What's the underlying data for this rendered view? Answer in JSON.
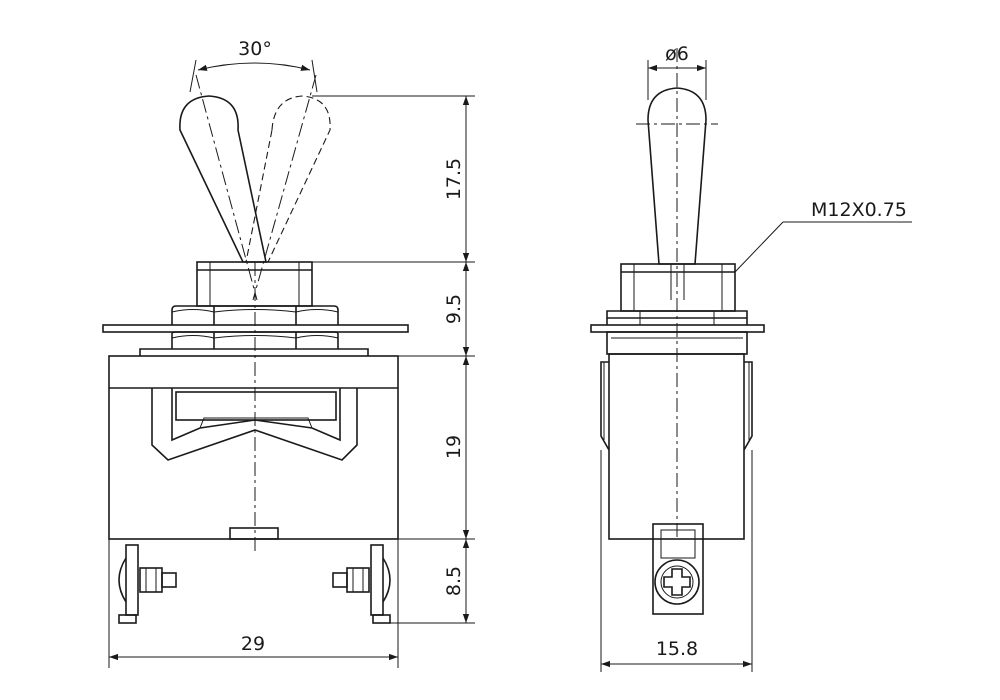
{
  "dimensions": {
    "angle": "30°",
    "lever_height": "17.5",
    "bushing_height": "9.5",
    "body_height": "19",
    "terminal_height": "8.5",
    "body_width": "29",
    "side_width": "15.8",
    "lever_diameter": "ø6",
    "thread_spec": "M12X0.75"
  }
}
